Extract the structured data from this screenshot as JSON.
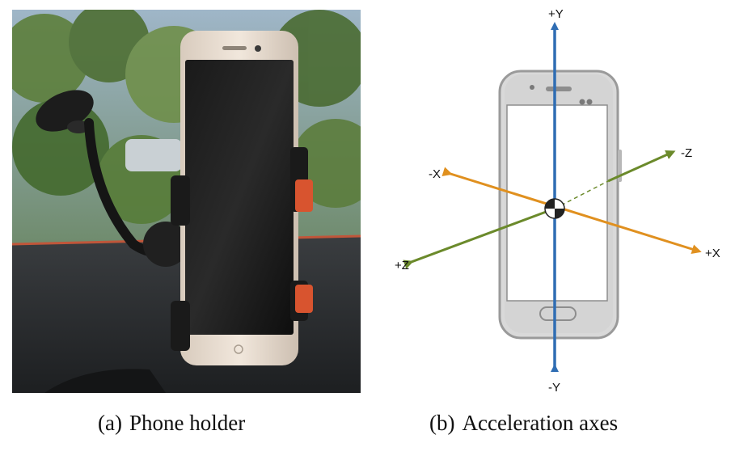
{
  "figure": {
    "panel_a": {
      "tag": "(a)",
      "caption": "Phone holder"
    },
    "panel_b": {
      "tag": "(b)",
      "caption": "Acceleration axes",
      "axes": {
        "plus_y": "+Y",
        "minus_y": "-Y",
        "plus_x": "+X",
        "minus_x": "-X",
        "plus_z": "+Z",
        "minus_z": "-Z"
      }
    }
  },
  "colors": {
    "y_axis": "#2f6db3",
    "x_axis": "#e0901f",
    "z_axis": "#6b8a2b",
    "phone_body": "#d9d9d9",
    "phone_edge": "#9a9a9a"
  }
}
